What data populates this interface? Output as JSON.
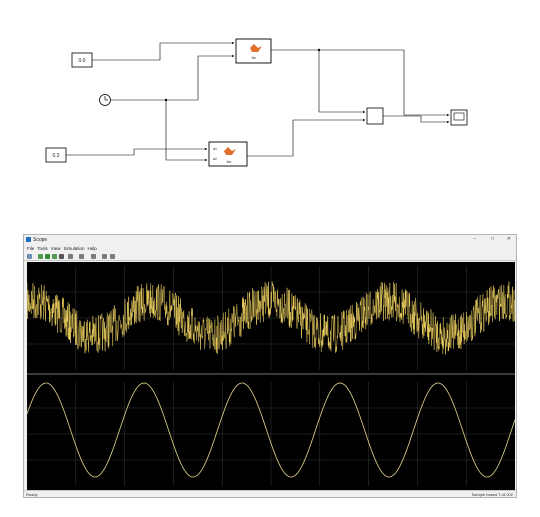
{
  "diagram": {
    "const_top": "0.0",
    "const_bottom": "0.3",
    "fcn_top_label": "fcn",
    "fcn_bottom_label": "fcn",
    "port_a1": "a1",
    "port_a2": "a2"
  },
  "scope": {
    "title": "Scope",
    "menu": [
      "File",
      "Tools",
      "View",
      "Simulation",
      "Help"
    ],
    "status_left": "Ready",
    "status_right": "Sample based  T=8.002",
    "colors": {
      "noisy": "#ffe066",
      "sine": "#e8d890",
      "background": "#000000"
    }
  },
  "chart_data": [
    {
      "type": "line",
      "description": "Noisy sinusoid (yellow band)",
      "x_period_fraction": 0.2,
      "ylim": [
        -1,
        1
      ],
      "grid": true
    },
    {
      "type": "line",
      "description": "Clean sinusoid, about 4.75 cycles visible",
      "ylim": [
        -1,
        1
      ],
      "grid": true
    }
  ]
}
